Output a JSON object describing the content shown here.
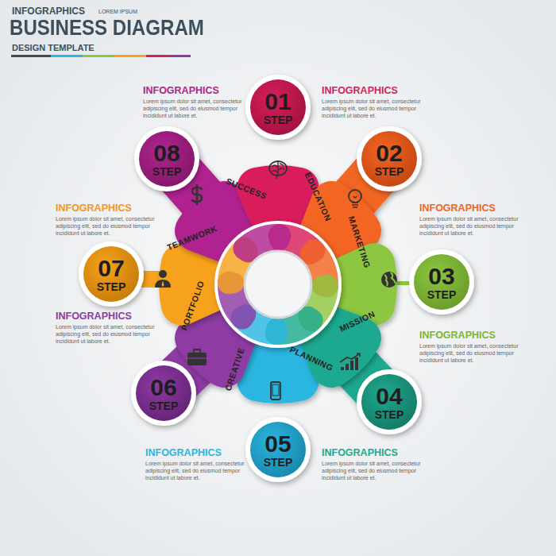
{
  "diagram": {
    "title": "BUSINESS DIAGRAM",
    "nodes": [
      {
        "text": [
          "01",
          "STEP"
        ]
      },
      {
        "text": [
          "02",
          "STEP"
        ]
      },
      {
        "text": [
          "03",
          "STEP"
        ]
      },
      {
        "text": [
          "04",
          "STEP"
        ]
      },
      {
        "text": [
          "05",
          "STEP"
        ]
      },
      {
        "text": [
          "06",
          "STEP"
        ]
      },
      {
        "text": [
          "07",
          "STEP"
        ]
      },
      {
        "text": [
          "08",
          "STEP"
        ]
      }
    ],
    "labels": [
      "INFOGRAPHICS",
      "LOREM IPSUM",
      "DESIGN TEMPLATE",
      "INFOGRAPHICS",
      "Lorem ipsum dolor sit amet, consectetur adipiscing elit, sed do eiusmod tempor incididunt ut labore et.",
      "INFOGRAPHICS",
      "Lorem ipsum dolor sit amet, consectetur adipiscing elit, sed do eiusmod tempor incididunt ut labore et.",
      "INFOGRAPHICS",
      "Lorem ipsum dolor sit amet, consectetur adipiscing elit, sed do eiusmod tempor incididunt ut labore et.",
      "INFOGRAPHICS",
      "Lorem ipsum dolor sit amet, consectetur adipiscing elit, sed do eiusmod tempor incididunt ut labore et.",
      "INFOGRAPHICS",
      "Lorem ipsum dolor sit amet, consectetur adipiscing elit, sed do eiusmod tempor incididunt ut labore et.",
      "INFOGRAPHICS",
      "Lorem ipsum dolor sit amet, consectetur adipiscing elit, sed do eiusmod tempor incididunt ut labore et.",
      "INFOGRAPHICS",
      "Lorem ipsum dolor sit amet, consectetur adipiscing elit, sed do eiusmod tempor incididunt ut labore et.",
      "INFOGRAPHICS",
      "Lorem ipsum dolor sit amet, consectetur adipiscing elit, sed do eiusmod tempor incididunt ut labore et.",
      "SUCCESS",
      "EDUCATION",
      "MARKETING",
      "MISSION",
      "PLANNING",
      "CREATIVE",
      "PORTFOLIO",
      "TEAMWORK"
    ]
  }
}
